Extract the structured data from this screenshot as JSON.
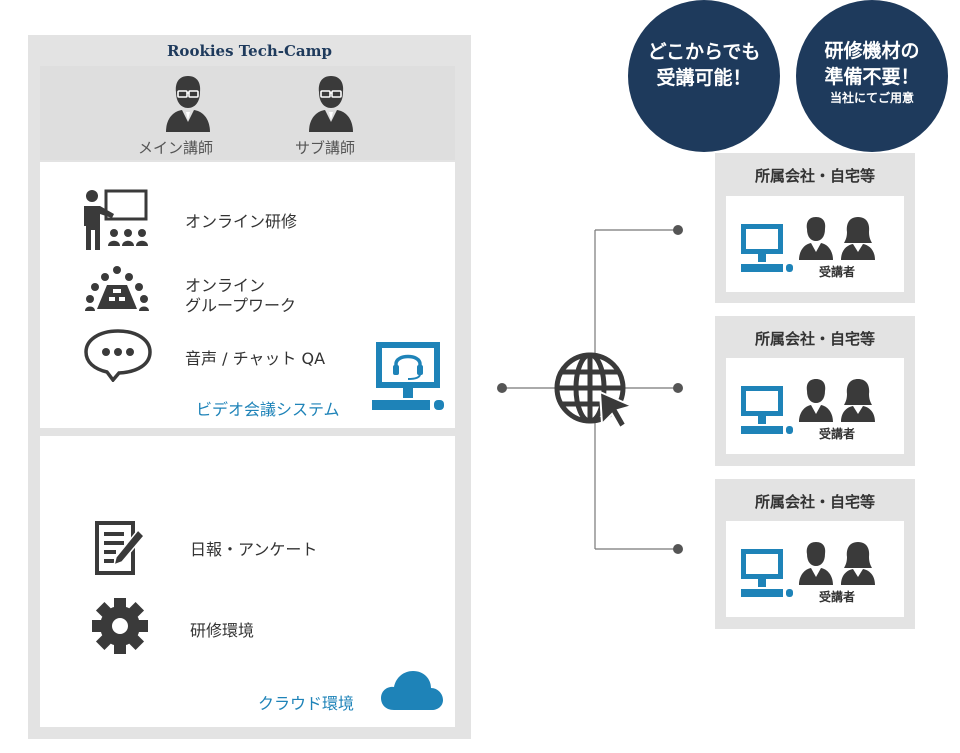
{
  "left_panel": {
    "title": "Rookies Tech-Camp",
    "main_instructor": "メイン講師",
    "sub_instructor": "サブ講師",
    "video_features": [
      "オンライン研修",
      "オンライン",
      "グループワーク",
      "音声 / チャット QA"
    ],
    "video_system_label": "ビデオ会議システム",
    "cloud_features": [
      "日報・アンケート",
      "研修環境"
    ],
    "cloud_label": "クラウド環境"
  },
  "badges": [
    {
      "lines": [
        "どこからでも",
        "受講可能！"
      ]
    },
    {
      "lines": [
        "研修機材の",
        "準備不要！",
        "当社にてご用意"
      ]
    }
  ],
  "locations": [
    {
      "title": "所属会社・自宅等",
      "receiver": "受講者"
    },
    {
      "title": "所属会社・自宅等",
      "receiver": "受講者"
    },
    {
      "title": "所属会社・自宅等",
      "receiver": "受講者"
    }
  ],
  "colors": {
    "navy": "#1e3a5c",
    "accent_blue": "#1e83b8",
    "icon_gray": "#3a3a3a",
    "panel_gray": "#e3e3e3"
  }
}
